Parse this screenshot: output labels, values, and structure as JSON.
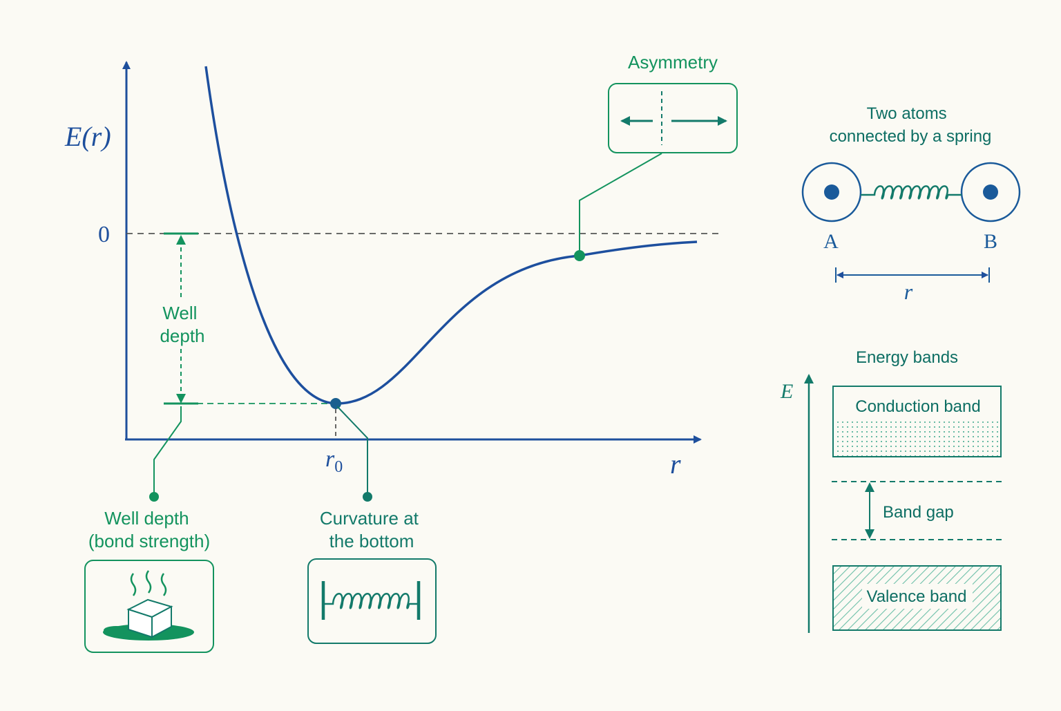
{
  "colors": {
    "background": "#fbfaf4",
    "curve_blue": "#1d4f9e",
    "axis_blue": "#1e4f9c",
    "accent_green": "#13935e",
    "accent_teal": "#137a6a",
    "atom_blue": "#1a5a9a"
  },
  "plot": {
    "y_axis_label": "E(r)",
    "zero_tick": "0",
    "x_axis_label": "r",
    "r0_base": "r",
    "r0_sub": "0"
  },
  "well_depth_arrow": {
    "line1": "Well",
    "line2": "depth"
  },
  "callouts": {
    "asymmetry": {
      "title": "Asymmetry",
      "icon": "double-arrow-icon"
    },
    "well_depth": {
      "line1": "Well depth",
      "line2": "(bond strength)",
      "icon": "melting-ice-cube-icon"
    },
    "curvature": {
      "line1": "Curvature at",
      "line2": "the bottom",
      "icon": "spring-icon"
    }
  },
  "spring_diagram": {
    "title_line1": "Two atoms",
    "title_line2": "connected by a spring",
    "atom_a": "A",
    "atom_b": "B",
    "distance_label": "r"
  },
  "energy_bands": {
    "title": "Energy bands",
    "axis_label": "E",
    "conduction": "Conduction band",
    "gap": "Band gap",
    "valence": "Valence band"
  }
}
